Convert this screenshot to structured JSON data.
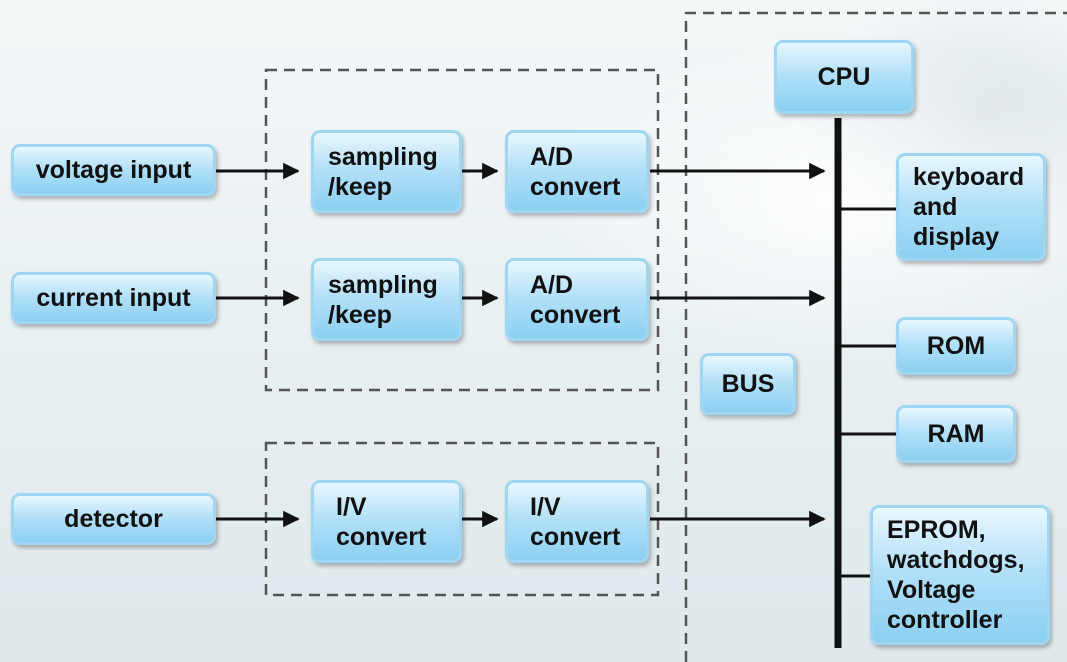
{
  "inputs": {
    "voltage": "voltage input",
    "current": "current input",
    "detector": "detector"
  },
  "stage1": {
    "sampling_top": "sampling\n/keep",
    "sampling_bottom": "sampling\n/keep",
    "iv_first": "I/V\nconvert"
  },
  "stage2": {
    "ad_top": "A/D\nconvert",
    "ad_bottom": "A/D\nconvert",
    "iv_second": "I/V\nconvert"
  },
  "system": {
    "cpu": "CPU",
    "bus": "BUS",
    "keyboard": "keyboard\nand\ndisplay",
    "rom": "ROM",
    "ram": "RAM",
    "eprom": "EPROM,\nwatchdogs,\nVoltage\ncontroller"
  },
  "colors": {
    "box_top": "#e9f7fe",
    "box_bottom": "#8cd0f2",
    "box_border": "#9fd7f3",
    "line": "#111111",
    "dashed_border": "#555555"
  }
}
